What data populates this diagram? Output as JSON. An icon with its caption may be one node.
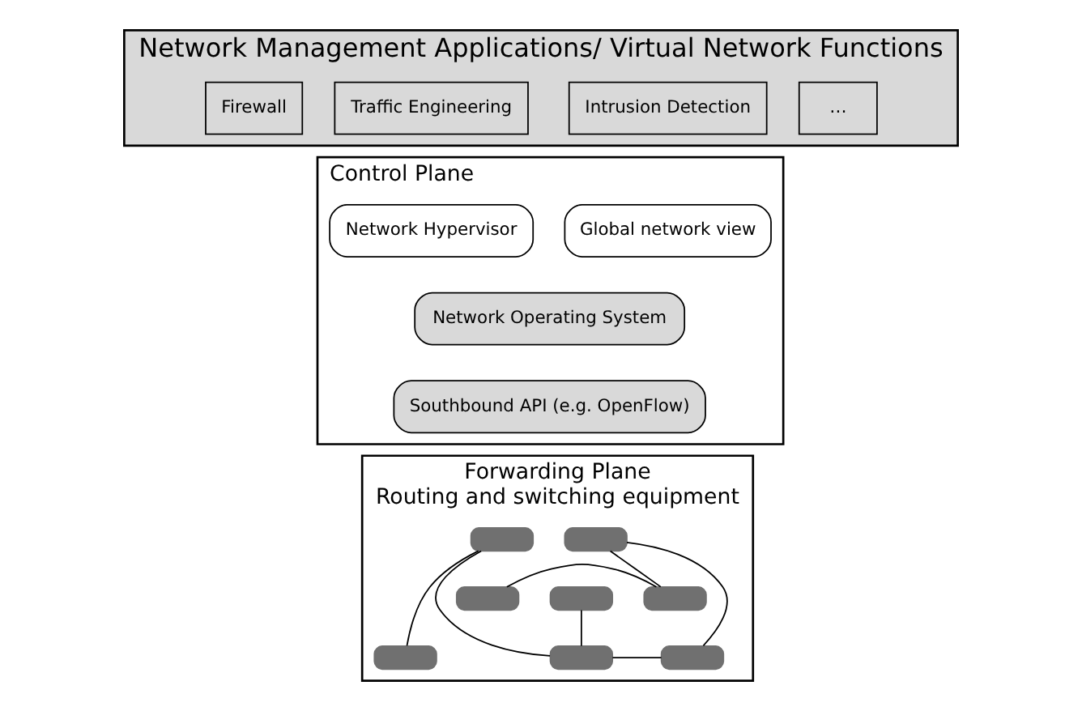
{
  "diagram": {
    "nodes": [
      {
        "text": [
          "Network Management Applications/ Virtual Network Functions"
        ]
      },
      {
        "text": [
          "Firewall"
        ],
        "in": 0
      },
      {
        "text": [
          "Traffic Engineering"
        ],
        "in": 0
      },
      {
        "text": [
          "Intrusion Detection"
        ],
        "in": 0
      },
      {
        "text": [
          "…"
        ],
        "in": 0
      },
      {
        "text": [
          "Control Plane"
        ]
      },
      {
        "text": [
          "Network Hypervisor"
        ],
        "in": 5
      },
      {
        "text": [
          "Global network view"
        ],
        "in": 5
      },
      {
        "text": [
          "Network Operating System"
        ],
        "in": 5
      },
      {
        "text": [
          "Southbound API (e.g. OpenFlow)"
        ],
        "in": 5
      },
      {
        "text": [
          "Forwarding Plane",
          "Routing and switching equipment"
        ]
      },
      {
        "text": [],
        "shape": "box",
        "in": 10
      },
      {
        "text": [],
        "shape": "box",
        "in": 10
      },
      {
        "text": [],
        "shape": "box",
        "in": 10
      },
      {
        "text": [],
        "shape": "box",
        "in": 10
      },
      {
        "text": [],
        "shape": "box",
        "in": 10
      },
      {
        "text": [],
        "shape": "box",
        "in": 10
      },
      {
        "text": [],
        "shape": "box",
        "in": 10
      },
      {
        "text": [],
        "shape": "box",
        "in": 10
      }
    ],
    "edges": [
      {
        "from": 11,
        "to": 12,
        "arrow": "none"
      },
      {
        "from": 12,
        "to": 14,
        "arrow": "none"
      },
      {
        "from": 13,
        "to": 14,
        "arrow": "none"
      },
      {
        "from": 14,
        "to": 15,
        "arrow": "none"
      },
      {
        "from": 15,
        "to": 17,
        "arrow": "none"
      },
      {
        "from": 17,
        "to": 18,
        "arrow": "none"
      },
      {
        "from": 16,
        "to": 18,
        "arrow": "none"
      }
    ]
  }
}
